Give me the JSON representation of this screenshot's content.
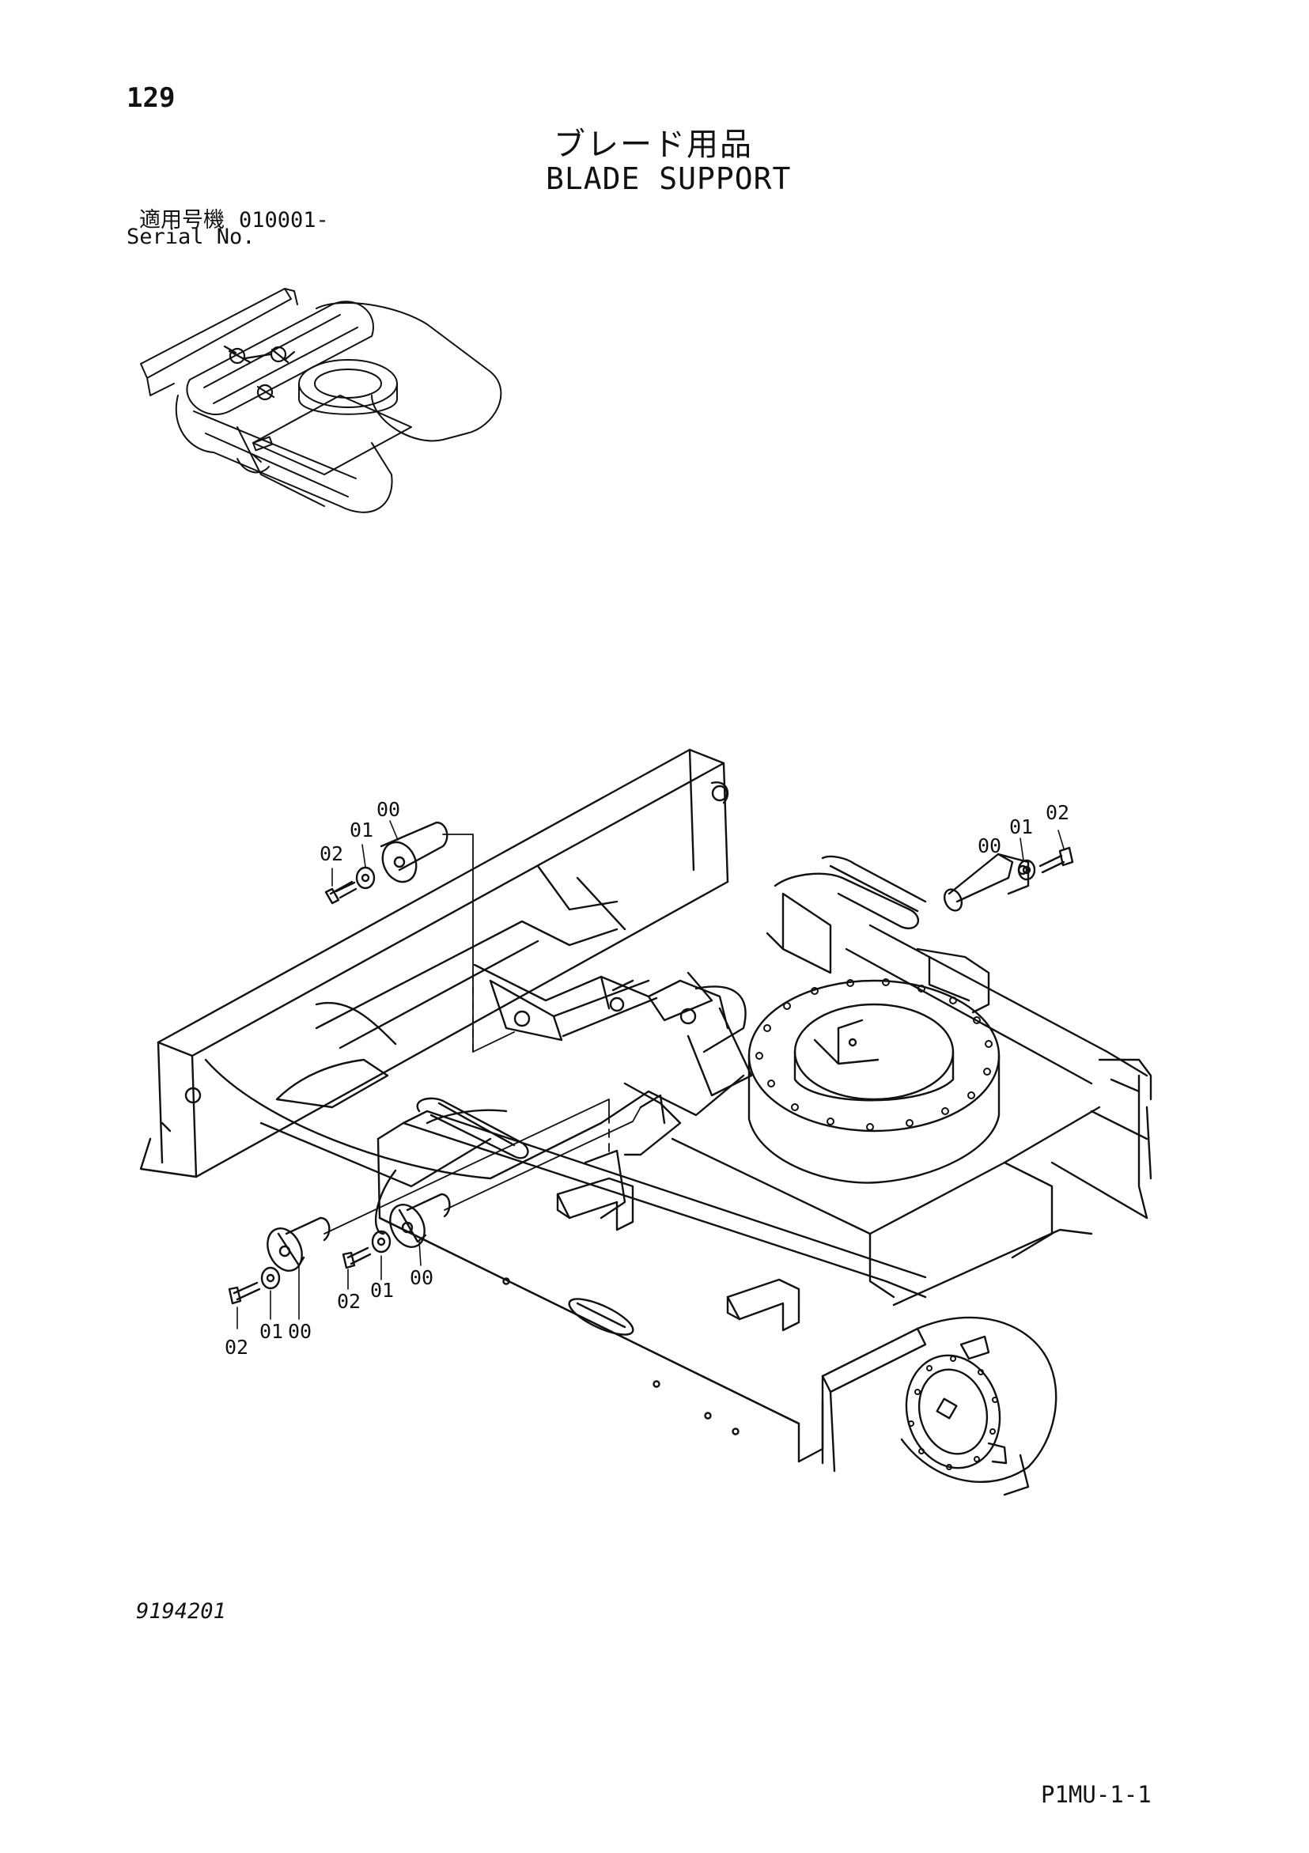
{
  "page": {
    "number": "129",
    "title_jp": "ブレード用品",
    "title_en": "BLADE SUPPORT",
    "serial_label_jp": "適用号機",
    "serial_value": "010001-",
    "serial_label_en": "Serial No.",
    "drawing_number": "9194201",
    "page_code": "P1MU-1-1"
  },
  "callouts": {
    "top_left": [
      "00",
      "01",
      "02"
    ],
    "top_right": [
      "00",
      "01",
      "02"
    ],
    "bottom_left": [
      "02",
      "01",
      "00"
    ],
    "bottom_mid": [
      "02",
      "01",
      "00"
    ]
  }
}
